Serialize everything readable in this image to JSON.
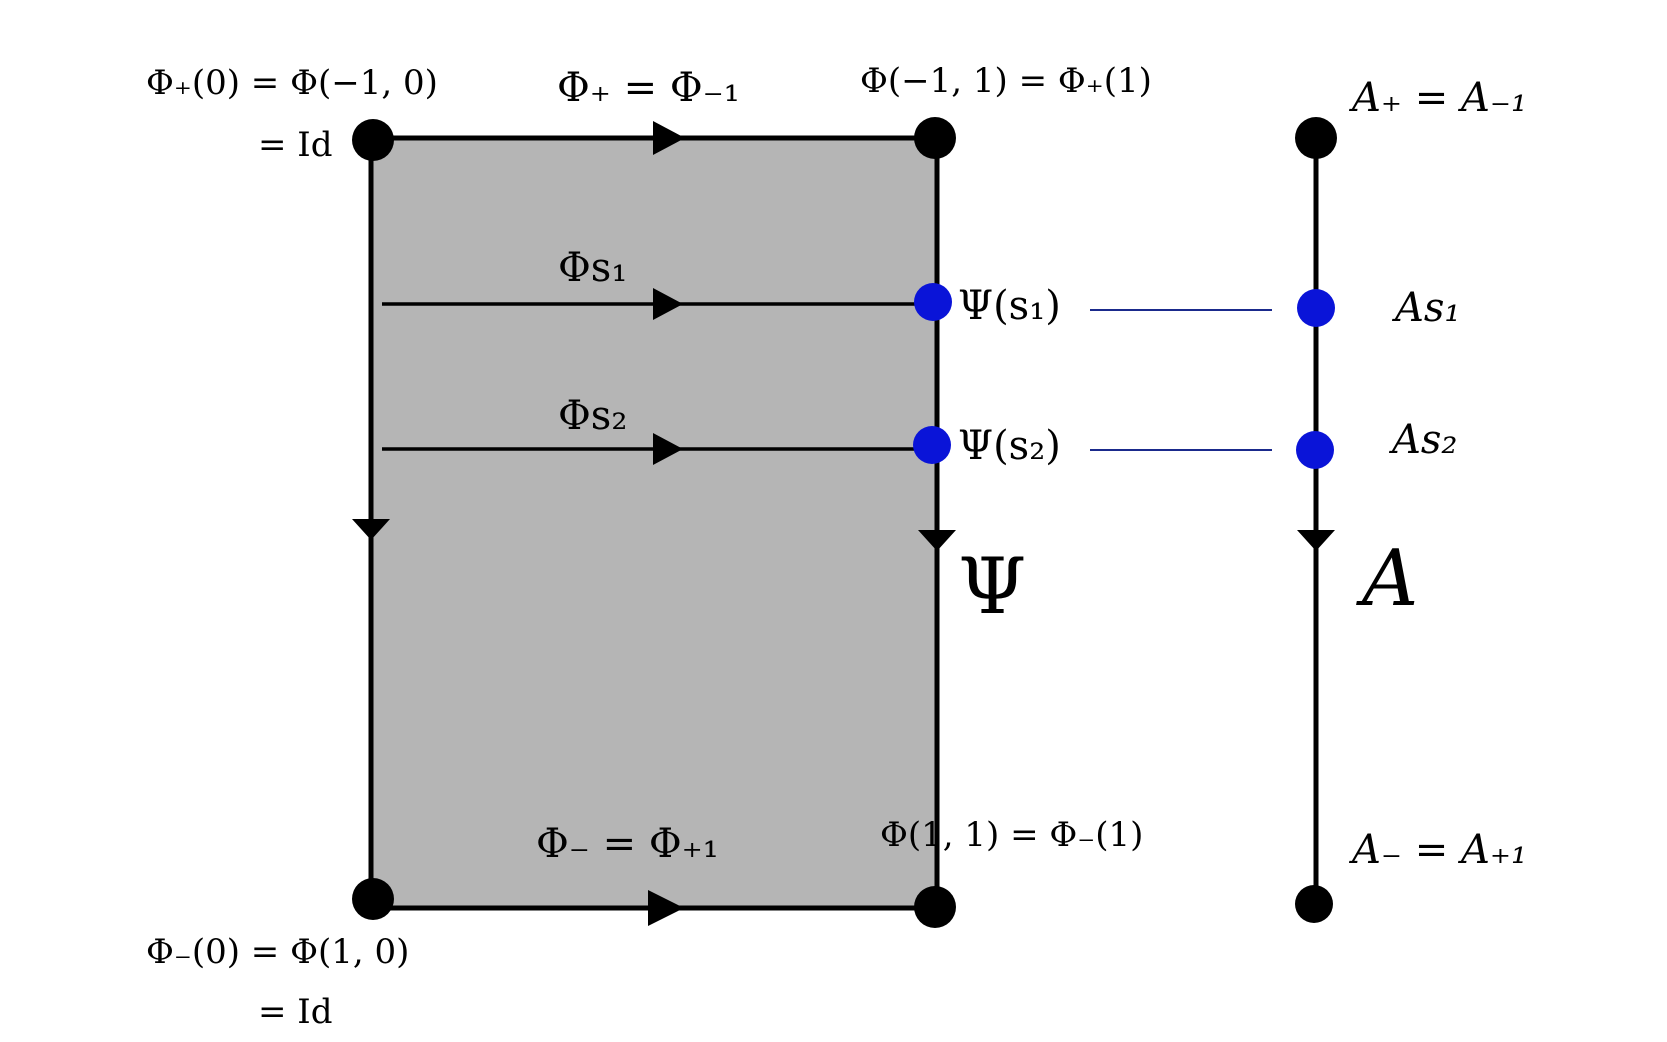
{
  "colors": {
    "rect_fill": "#b5b5b5",
    "edge": "#000000",
    "blue_point": "#0a14d8",
    "blue_line": "#1a2a8c"
  },
  "labels": {
    "top_left_corner": {
      "line1": "Φ₊(0) = Φ(−1, 0)",
      "line2": "= Id"
    },
    "top_edge": "Φ₊ = Φ₋₁",
    "top_right_corner": "Φ(−1, 1) = Φ₊(1)",
    "bottom_left_corner": {
      "line1": "Φ₋(0) = Φ(1, 0)",
      "line2": "= Id"
    },
    "bottom_edge": "Φ₋ = Φ₊₁",
    "bottom_right_corner": "Φ(1, 1) = Φ₋(1)",
    "path_s1": "Φs₁",
    "path_s2": "Φs₂",
    "psi_s1": "Ψ(s₁)",
    "psi_s2": "Ψ(s₂)",
    "psi": "Ψ",
    "a_top": "A₊ = A₋₁",
    "a_s1": "As₁",
    "a_s2": "As₂",
    "a_main": "A",
    "a_bottom": "A₋ = A₊₁"
  }
}
